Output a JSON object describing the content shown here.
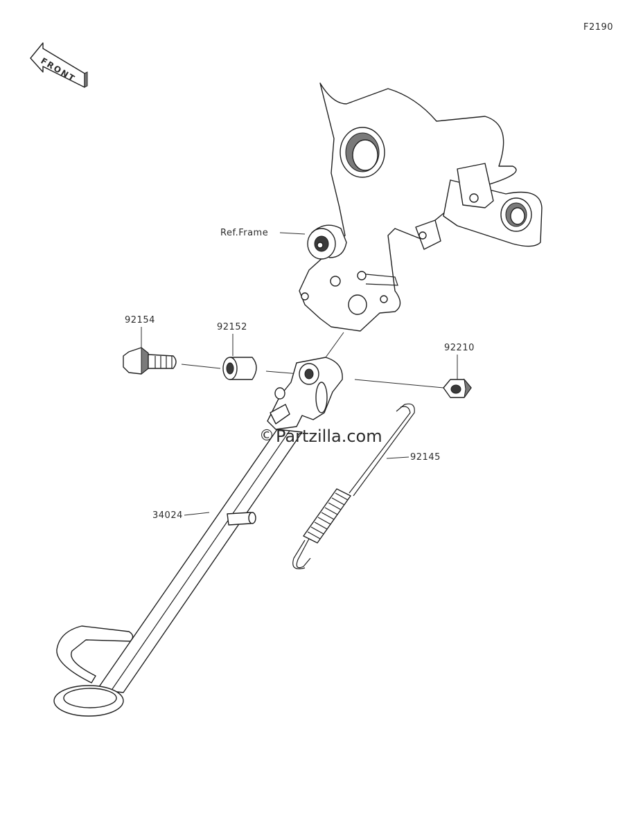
{
  "figure_code": "F2190",
  "front_arrow_label": "FRONT",
  "watermark": "Partzilla.com",
  "watermark_symbol": "©",
  "callouts": [
    {
      "id": "ref-frame",
      "label": "Ref.Frame"
    },
    {
      "id": "92154",
      "label": "92154"
    },
    {
      "id": "92152",
      "label": "92152"
    },
    {
      "id": "92210",
      "label": "92210"
    },
    {
      "id": "92145",
      "label": "92145"
    },
    {
      "id": "34024",
      "label": "34024"
    }
  ]
}
